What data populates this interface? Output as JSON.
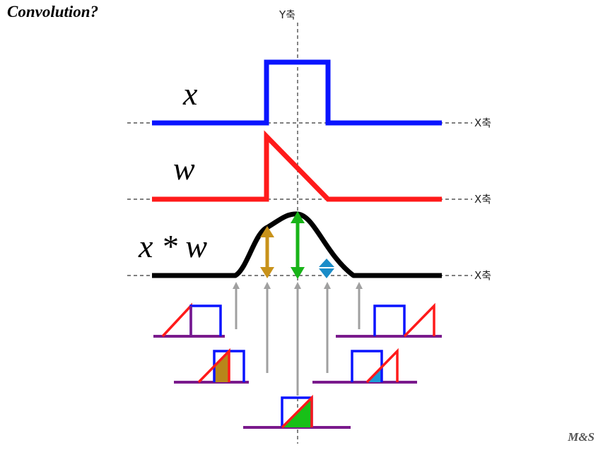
{
  "title": "Convolution?",
  "credit": "M&S",
  "axes": {
    "y_label": "Y축",
    "x_label_1": "X축",
    "x_label_2": "X축",
    "x_label_3": "X축"
  },
  "functions": {
    "x_label": "x",
    "w_label": "w",
    "conv_label": "x * w"
  },
  "colors": {
    "x_signal": "#0a14ff",
    "w_signal": "#ff1a1a",
    "conv_signal": "#000000",
    "baseline": "#7a1a8c",
    "arrow_gold": "#c8921a",
    "arrow_green": "#18b418",
    "arrow_cyan": "#1a8cc8",
    "pointer_gray": "#a0a0a0",
    "fill_gold": "#b8861a",
    "fill_green": "#18c018",
    "fill_cyan": "#1a9ad6"
  }
}
